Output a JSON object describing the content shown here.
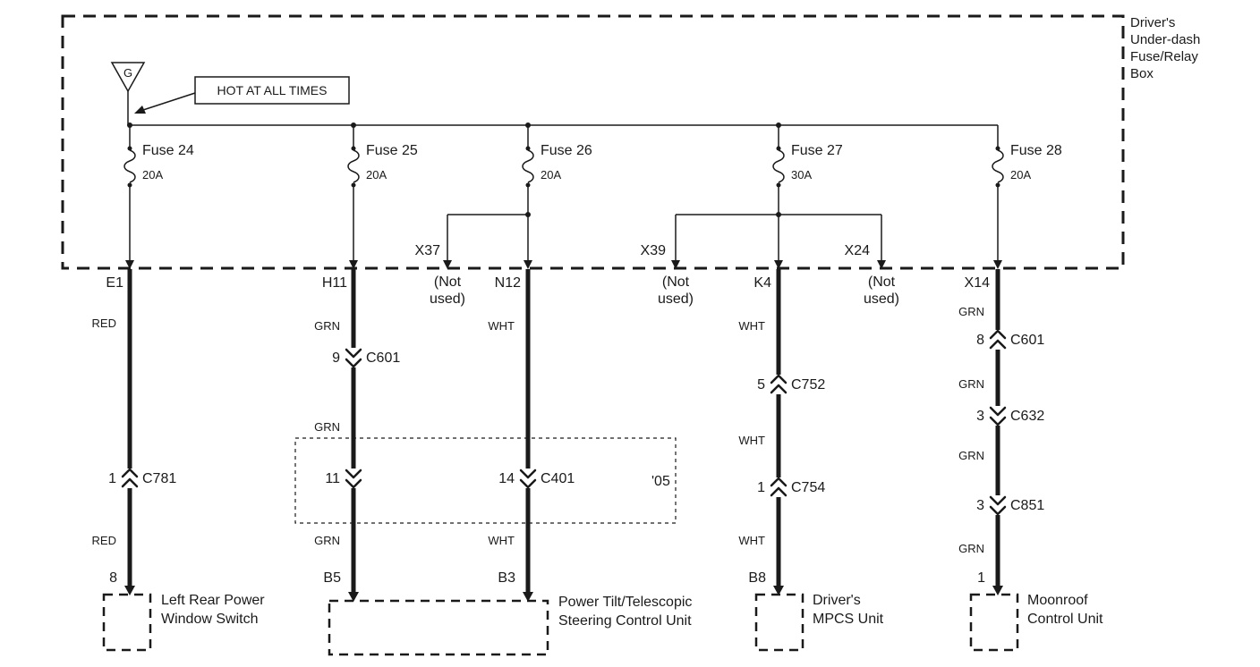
{
  "page": {
    "background": "#ffffff",
    "line_color": "#1a1a1a"
  },
  "fuse_box": {
    "label_lines": [
      "Driver's",
      "Under-dash",
      "Fuse/Relay",
      "Box"
    ],
    "hot_label": "HOT AT ALL TIMES",
    "ground_symbol": "G",
    "fuses": [
      {
        "name": "Fuse 24",
        "rating": "20A"
      },
      {
        "name": "Fuse 25",
        "rating": "20A"
      },
      {
        "name": "Fuse 26",
        "rating": "20A"
      },
      {
        "name": "Fuse 27",
        "rating": "30A"
      },
      {
        "name": "Fuse 28",
        "rating": "20A"
      }
    ],
    "not_used_exits": [
      {
        "label": "X37",
        "note_lines": [
          "(Not",
          "used)"
        ]
      },
      {
        "label": "X39",
        "note_lines": [
          "(Not",
          "used)"
        ]
      },
      {
        "label": "X24",
        "note_lines": [
          "(Not",
          "used)"
        ]
      }
    ]
  },
  "year_note": "'05",
  "circuits": [
    {
      "exit": "E1",
      "colors": [
        "RED",
        "RED"
      ],
      "connectors": [
        {
          "pin": "1",
          "name": "C781"
        }
      ],
      "end_pin": "8"
    },
    {
      "exit": "H11",
      "colors": [
        "GRN",
        "GRN",
        "GRN"
      ],
      "connectors": [
        {
          "pin": "9",
          "name": "C601"
        },
        {
          "pin": "11"
        }
      ],
      "end_pin": "B5"
    },
    {
      "exit": "N12",
      "colors": [
        "WHT",
        "WHT"
      ],
      "connectors": [
        {
          "pin": "14",
          "name": "C401"
        }
      ],
      "end_pin": "B3"
    },
    {
      "exit": "K4",
      "colors": [
        "WHT",
        "WHT",
        "WHT"
      ],
      "connectors": [
        {
          "pin": "5",
          "name": "C752"
        },
        {
          "pin": "1",
          "name": "C754"
        }
      ],
      "end_pin": "B8"
    },
    {
      "exit": "X14",
      "colors": [
        "GRN",
        "GRN",
        "GRN",
        "GRN"
      ],
      "connectors": [
        {
          "pin": "8",
          "name": "C601"
        },
        {
          "pin": "3",
          "name": "C632"
        },
        {
          "pin": "3",
          "name": "C851"
        }
      ],
      "end_pin": "1"
    }
  ],
  "components": [
    {
      "label_lines": [
        "Left Rear Power",
        "Window Switch"
      ]
    },
    {
      "label_lines": [
        "Power Tilt/Telescopic",
        "Steering Control Unit"
      ]
    },
    {
      "label_lines": [
        "Driver's",
        "MPCS Unit"
      ]
    },
    {
      "label_lines": [
        "Moonroof",
        "Control Unit"
      ]
    }
  ]
}
